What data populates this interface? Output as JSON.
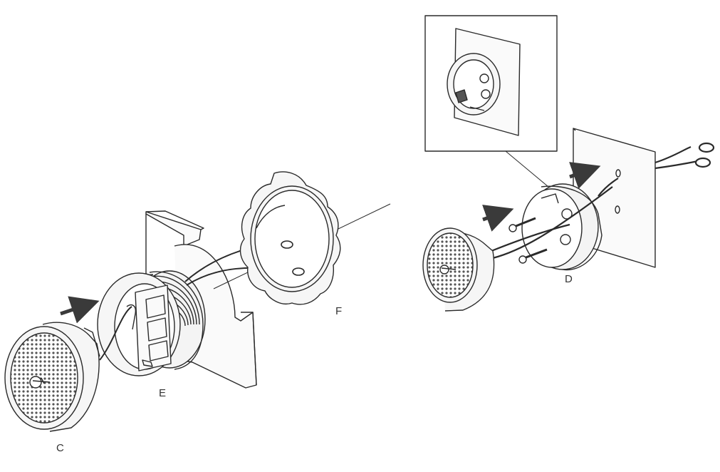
{
  "labels": {
    "c": "C",
    "e": "E",
    "f": "F",
    "d": "D"
  },
  "style": {
    "line_color": "#2a2a2a",
    "fill_light": "#f4f4f4",
    "grille_color": "#555555",
    "arrow_color": "#3a3a3a"
  }
}
